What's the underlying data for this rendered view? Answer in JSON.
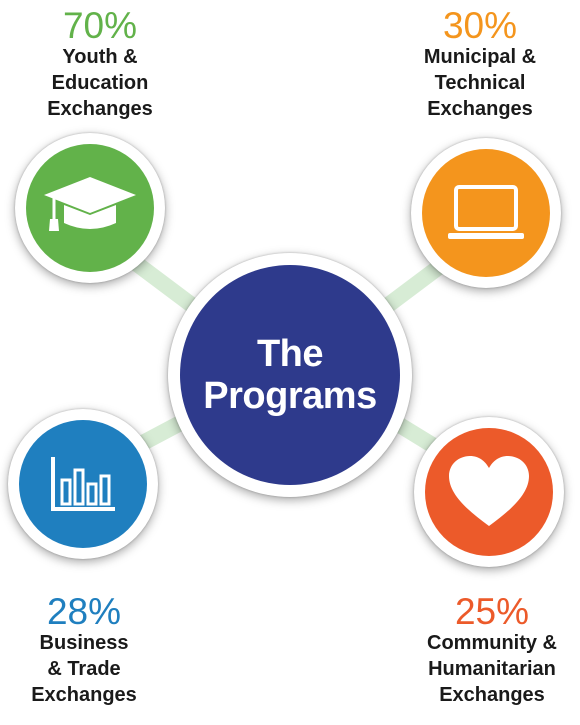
{
  "hub": {
    "line1": "The",
    "line2": "Programs",
    "color": "#2e3a8c"
  },
  "connector_color": "#d7ecd5",
  "programs": [
    {
      "id": "youth",
      "percent": "70%",
      "line1": "Youth &",
      "line2": "Education",
      "line3": "Exchanges",
      "color": "#62b24a",
      "icon": "graduation-cap-icon"
    },
    {
      "id": "municipal",
      "percent": "30%",
      "line1": "Municipal &",
      "line2": "Technical",
      "line3": "Exchanges",
      "color": "#f4951d",
      "icon": "laptop-icon"
    },
    {
      "id": "business",
      "percent": "28%",
      "line1": "Business",
      "line2": "& Trade",
      "line3": "Exchanges",
      "color": "#1f7fbf",
      "icon": "bar-chart-icon"
    },
    {
      "id": "community",
      "percent": "25%",
      "line1": "Community &",
      "line2": "Humanitarian",
      "line3": "Exchanges",
      "color": "#ec5a2a",
      "icon": "heart-icon"
    }
  ]
}
